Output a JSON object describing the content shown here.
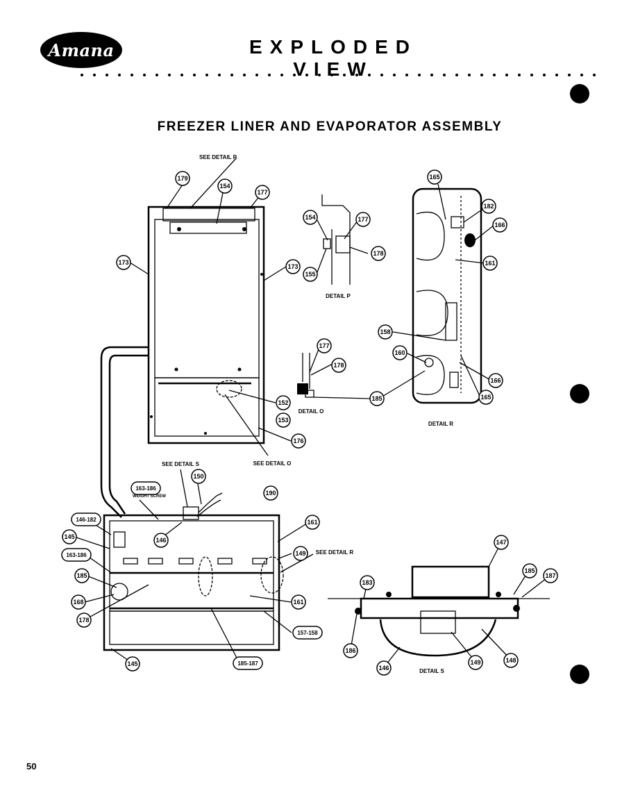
{
  "brand": {
    "logo_text": "Amana"
  },
  "header": {
    "title": "EXPLODED VIEW"
  },
  "assembly_title": "FREEZER LINER AND EVAPORATOR ASSEMBLY",
  "page_number": "50",
  "captions": {
    "see_detail_p": "SEE DETAIL P",
    "see_detail_o": "SEE DETAIL O",
    "see_detail_s": "SEE DETAIL S",
    "see_detail_r": "SEE DETAIL R",
    "detail_p": "DETAIL P",
    "detail_o": "DETAIL O",
    "detail_r": "DETAIL R",
    "detail_s": "DETAIL S",
    "weight_screw": "WEIGHT SCREW"
  },
  "callouts": [
    "179",
    "154",
    "177",
    "173",
    "173",
    "152",
    "153",
    "176",
    "154",
    "177",
    "155",
    "178",
    "177",
    "178",
    "185",
    "165",
    "182",
    "166",
    "161",
    "158",
    "160",
    "166",
    "165",
    "163-186",
    "150",
    "190",
    "161",
    "146-182",
    "145",
    "146",
    "149",
    "163-186",
    "185",
    "168",
    "178",
    "161",
    "157-158",
    "145",
    "185-187",
    "147",
    "183",
    "185",
    "187",
    "186",
    "146",
    "149",
    "148"
  ]
}
